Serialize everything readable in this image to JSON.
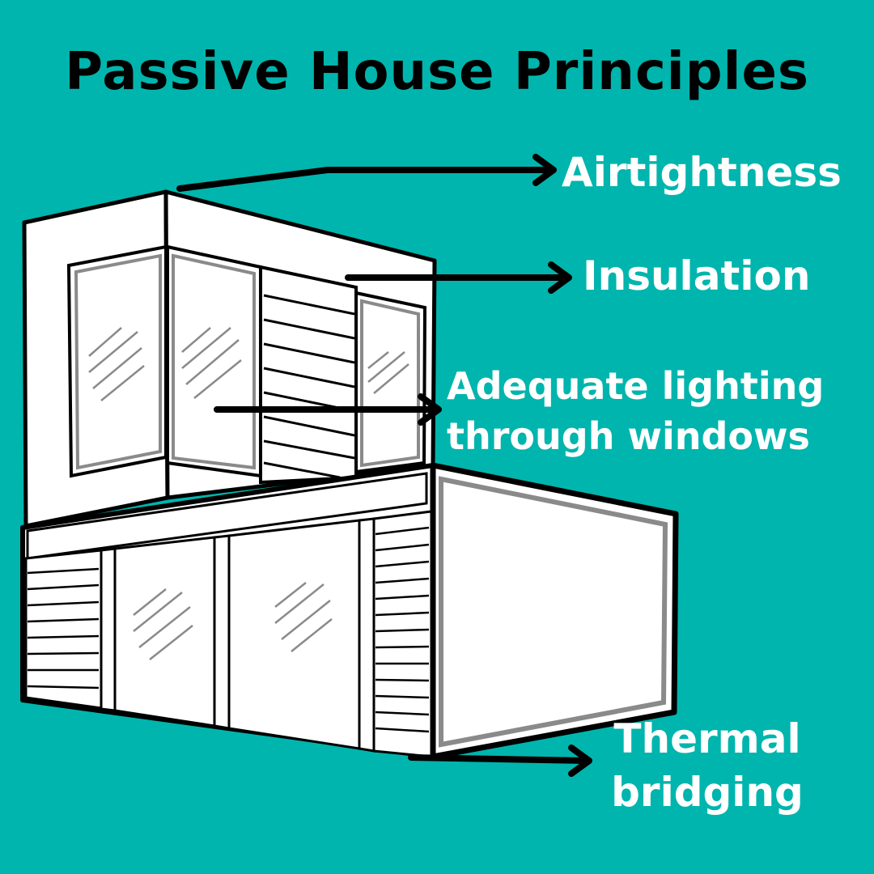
{
  "colors": {
    "background": "#00b5ad",
    "title": "#000000",
    "labels": "#ffffff",
    "lines": "#000000",
    "building_fill": "#ffffff",
    "frame_gray": "#8a8a8a"
  },
  "title": "Passive House Principles",
  "labels": {
    "airtightness": "Airtightness",
    "insulation": "Insulation",
    "lighting_line1": "Adequate lighting",
    "lighting_line2": "through windows",
    "thermal_line1": "Thermal",
    "thermal_line2": "bridging"
  },
  "illustration": "house-line-drawing"
}
